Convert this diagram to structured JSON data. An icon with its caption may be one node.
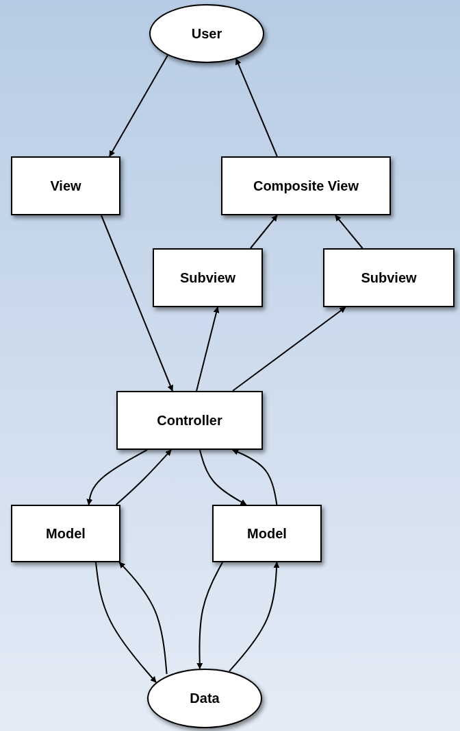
{
  "diagram": {
    "nodes": [
      {
        "text": [
          "User"
        ]
      },
      {
        "text": [
          "View"
        ]
      },
      {
        "text": [
          "Composite View"
        ]
      },
      {
        "text": [
          "Subview"
        ]
      },
      {
        "text": [
          "Subview"
        ]
      },
      {
        "text": [
          "Controller"
        ]
      },
      {
        "text": [
          "Model"
        ]
      },
      {
        "text": [
          "Model"
        ]
      },
      {
        "text": [
          "Data"
        ]
      }
    ],
    "edges": [
      {
        "from": 0,
        "to": 1,
        "arrow": "to"
      },
      {
        "from": 2,
        "to": 0,
        "arrow": "to"
      },
      {
        "from": 1,
        "to": 5,
        "arrow": "to"
      },
      {
        "from": 3,
        "to": 2,
        "arrow": "to"
      },
      {
        "from": 4,
        "to": 2,
        "arrow": "to"
      },
      {
        "from": 5,
        "to": 3,
        "arrow": "to"
      },
      {
        "from": 5,
        "to": 4,
        "arrow": "to"
      },
      {
        "from": 5,
        "to": 6,
        "arrow": "to"
      },
      {
        "from": 6,
        "to": 5,
        "arrow": "to"
      },
      {
        "from": 5,
        "to": 7,
        "arrow": "to"
      },
      {
        "from": 7,
        "to": 5,
        "arrow": "to"
      },
      {
        "from": 6,
        "to": 8,
        "arrow": "to"
      },
      {
        "from": 8,
        "to": 6,
        "arrow": "to"
      },
      {
        "from": 7,
        "to": 8,
        "arrow": "to"
      },
      {
        "from": 8,
        "to": 7,
        "arrow": "to"
      }
    ]
  }
}
